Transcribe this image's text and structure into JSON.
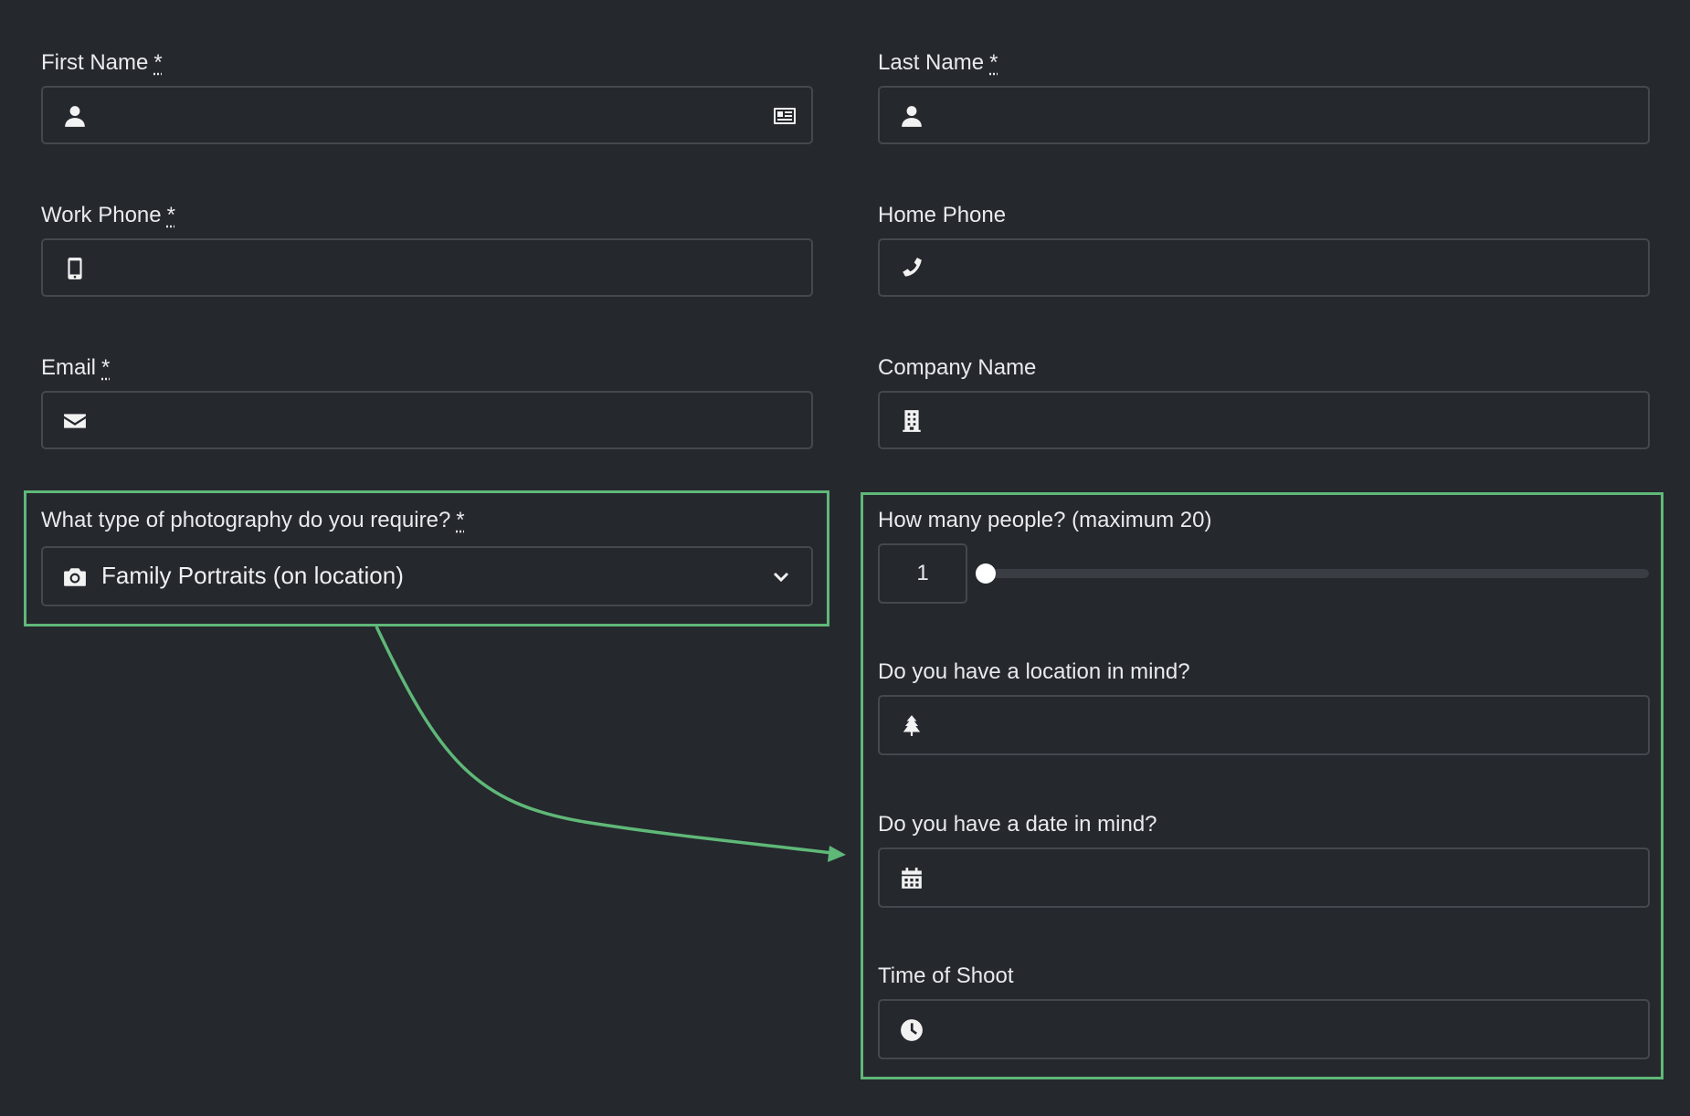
{
  "required_marker": "*",
  "colors": {
    "background": "#25282d",
    "border": "#44484f",
    "highlight": "#5fb878",
    "text": "#e8eaed"
  },
  "fields": {
    "first_name": {
      "label": "First Name",
      "value": "",
      "icon": "user-icon",
      "right_icon": "id-card-icon"
    },
    "last_name": {
      "label": "Last Name",
      "value": "",
      "icon": "user-icon"
    },
    "work_phone": {
      "label": "Work Phone",
      "value": "",
      "icon": "mobile-phone-icon"
    },
    "home_phone": {
      "label": "Home Phone",
      "value": "",
      "icon": "phone-icon"
    },
    "email": {
      "label": "Email",
      "value": "",
      "icon": "envelope-icon"
    },
    "company_name": {
      "label": "Company Name",
      "value": "",
      "icon": "building-icon"
    },
    "photography_type": {
      "label": "What type of photography do you require?",
      "selected": "Family Portraits (on location)",
      "icon": "camera-icon"
    },
    "people": {
      "label": "How many people? (maximum 20)",
      "value": "1",
      "min": 1,
      "max": 20
    },
    "location": {
      "label": "Do you have a location in mind?",
      "value": "",
      "icon": "tree-icon"
    },
    "date": {
      "label": "Do you have a date in mind?",
      "value": "",
      "icon": "calendar-icon"
    },
    "time": {
      "label": "Time of Shoot",
      "value": "",
      "icon": "clock-icon"
    }
  }
}
